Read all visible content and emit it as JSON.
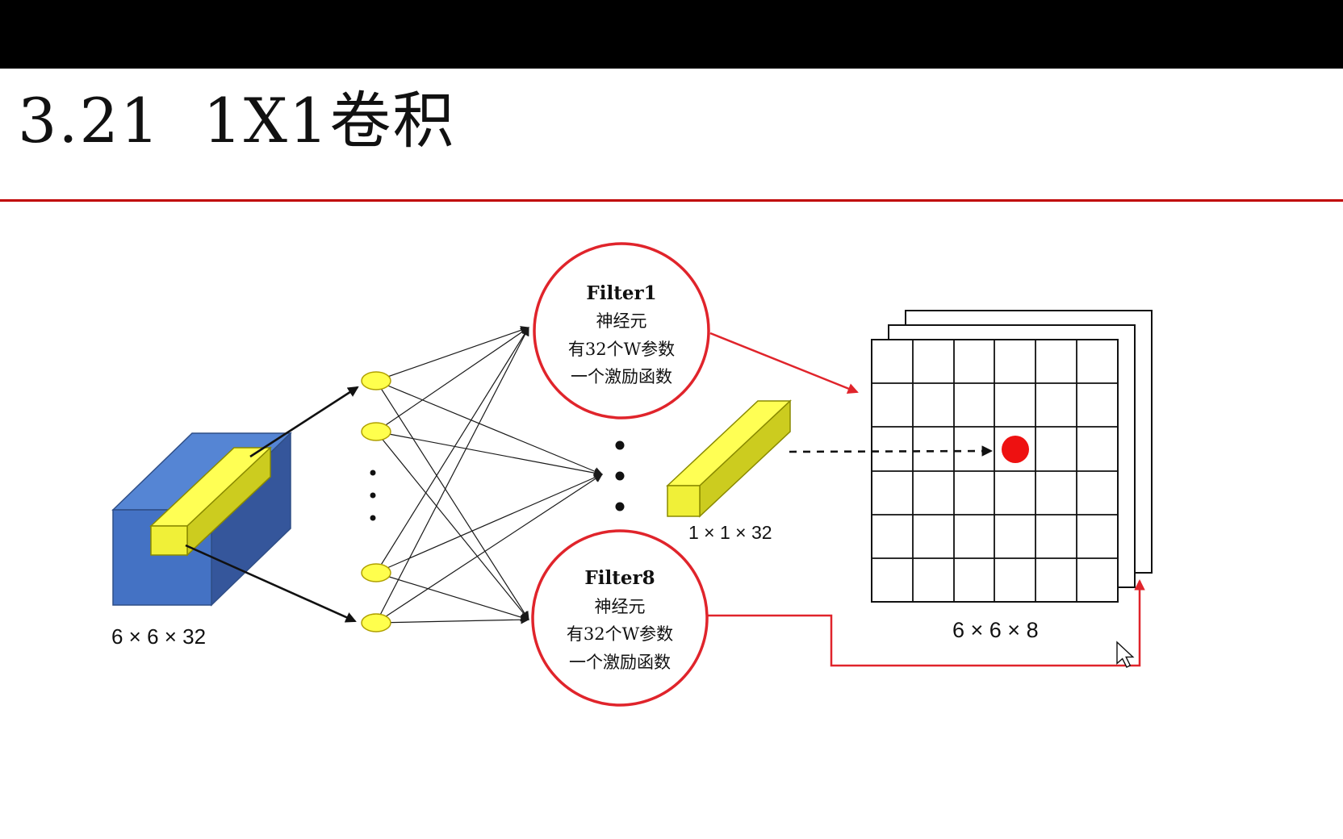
{
  "title": "3.21  1X1卷积",
  "input": {
    "label": "6 × 6 × 32"
  },
  "vector": {
    "label": "1 × 1 × 32"
  },
  "output": {
    "label": "6 × 6 × 8"
  },
  "filters": {
    "f1": {
      "name": "Filter1",
      "l1": "神经元",
      "l2": "有32个W参数",
      "l3": "一个激励函数"
    },
    "f8": {
      "name": "Filter8",
      "l1": "神经元",
      "l2": "有32个W参数",
      "l3": "一个激励函数"
    }
  },
  "colors": {
    "divider_red": "#c00000",
    "filter_circle_red": "#e0242b",
    "cube_blue": "#4472c4",
    "bar_yellow": "#ffff4d",
    "output_dot_red": "#ee1111"
  }
}
